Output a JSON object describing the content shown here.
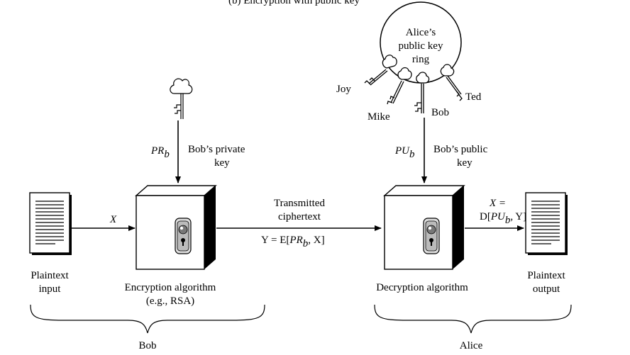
{
  "header": {
    "caption": "(b) Encryption with public key"
  },
  "plaintext_input": {
    "line1": "Plaintext",
    "line2": "input"
  },
  "plaintext_output": {
    "line1": "Plaintext",
    "line2": "output"
  },
  "encryption": {
    "line1": "Encryption algorithm",
    "line2": "(e.g., RSA)"
  },
  "decryption": {
    "label": "Decryption algorithm"
  },
  "x_label": "X",
  "private_key": {
    "symbol": "PR",
    "subscript": "b",
    "desc1": "Bob’s private",
    "desc2": "key"
  },
  "public_key": {
    "symbol": "PU",
    "subscript": "b",
    "desc1": "Bob’s public",
    "desc2": "key"
  },
  "channel": {
    "line1": "Transmitted",
    "line2": "ciphertext",
    "formula_prefix": "Y = E[",
    "formula_sym": "PR",
    "formula_sub": "b",
    "formula_suffix": ", X]"
  },
  "output_formula": {
    "line1": "X =",
    "prefix": "D[",
    "sym": "PU",
    "sub": "b",
    "suffix": ", Y]"
  },
  "keyring": {
    "line1": "Alice’s",
    "line2": "public key",
    "line3": "ring"
  },
  "ring_keys": [
    "Joy",
    "Mike",
    "Bob",
    "Ted"
  ],
  "parties": {
    "left": "Bob",
    "right": "Alice"
  }
}
